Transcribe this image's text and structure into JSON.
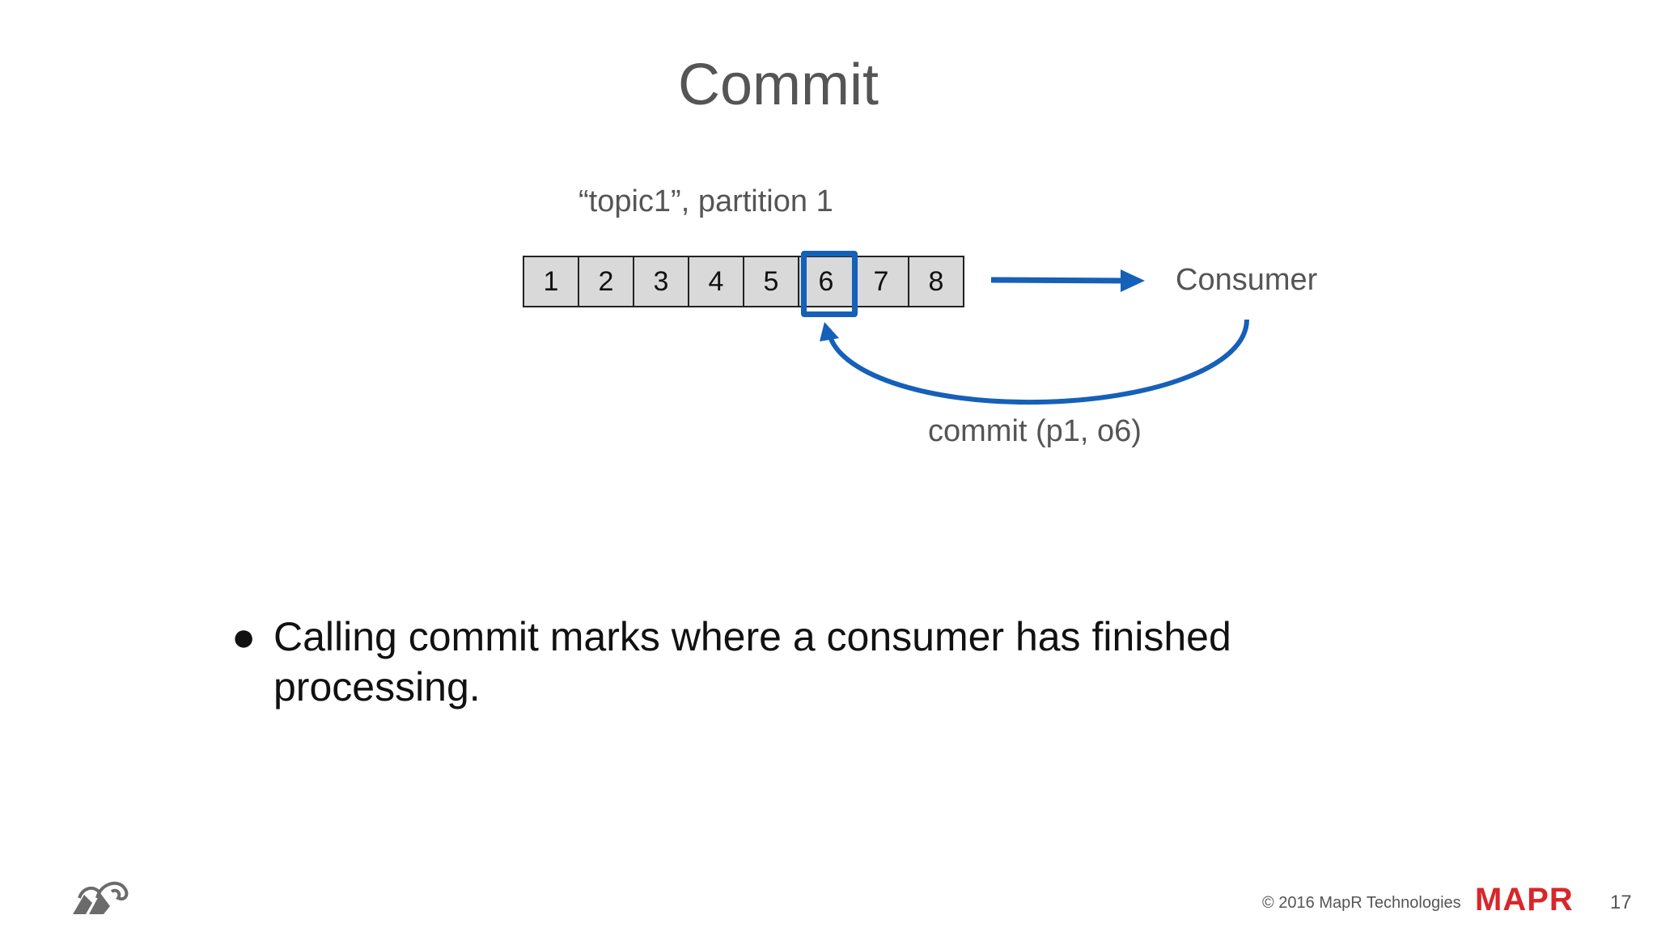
{
  "slide": {
    "title": "Commit",
    "partition_label": "“topic1”, partition 1",
    "offsets": [
      "1",
      "2",
      "3",
      "4",
      "5",
      "6",
      "7",
      "8"
    ],
    "highlighted_offset": "6",
    "consumer_label": "Consumer",
    "commit_label": "commit (p1, o6)",
    "bullet": "Calling commit marks where a consumer has finished processing.",
    "bullet_marker": "●"
  },
  "footer": {
    "copyright": "© 2016 MapR Technologies",
    "brand": "MAPR",
    "page_number": "17"
  },
  "colors": {
    "accent_blue": "#1560b8",
    "cell_fill": "#d9d9d9",
    "brand_red": "#d9262b",
    "title_gray": "#555555"
  }
}
